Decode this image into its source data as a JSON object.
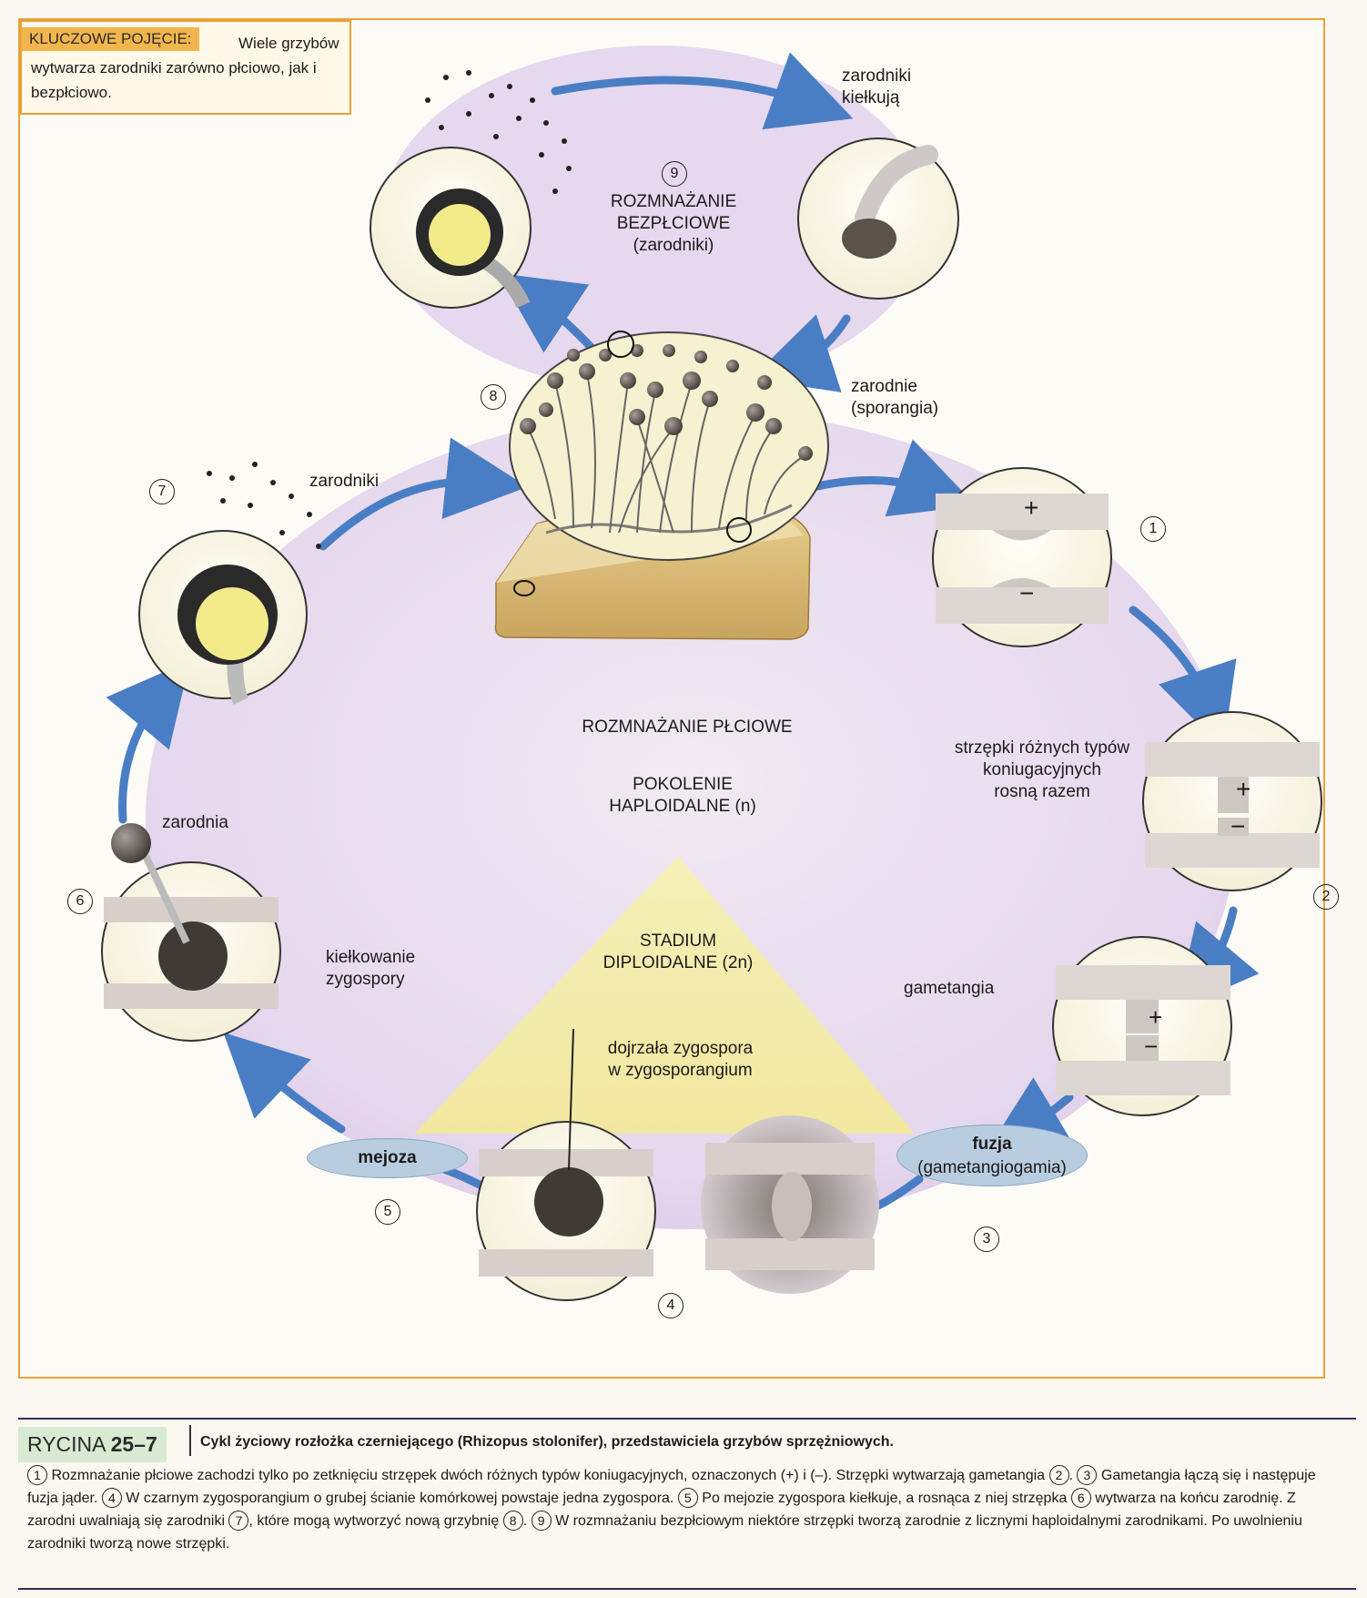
{
  "key": {
    "tag": "KLUCZOWE POJĘCIE:",
    "text": "Wiele grzybów wytwarza zarodniki zarówno płciowo, jak i bezpłciowo."
  },
  "labels": {
    "spores_germinate_1": "zarodniki",
    "spores_germinate_2": "kiełkują",
    "asexual_num": "9",
    "asexual_1": "ROZMNAŻANIE",
    "asexual_2": "BEZPŁCIOWE",
    "asexual_3": "(zarodniki)",
    "sporangia_1": "zarodnie",
    "sporangia_2": "(sporangia)",
    "spores_7": "zarodniki",
    "sexual": "ROZMNAŻANIE PŁCIOWE",
    "haploid_1": "POKOLENIE",
    "haploid_2": "HAPLOIDALNE (n)",
    "hyphae_1": "strzępki różnych typów",
    "hyphae_2": "koniugacyjnych",
    "hyphae_3": "rosną razem",
    "sporangium_6": "zarodnia",
    "germination_1": "kiełkowanie",
    "germination_2": "zygospory",
    "diploid_1": "STADIUM",
    "diploid_2": "DIPLOIDALNE (2n)",
    "gametangia": "gametangia",
    "mature_1": "dojrzała zygospora",
    "mature_2": "w zygosporangium",
    "meiosis": "mejoza",
    "fusion_1": "fuzja",
    "fusion_2": "(gametangiogamia)",
    "plus": "+",
    "minus": "−"
  },
  "numbers": {
    "n1": "1",
    "n2": "2",
    "n3": "3",
    "n4": "4",
    "n5": "5",
    "n6": "6",
    "n7": "7",
    "n8": "8"
  },
  "caption": {
    "prefix": "RYCINA",
    "number": "25–7",
    "title": "Cykl życiowy rozłożka czerniejącego (Rhizopus stolonifer), przedstawiciela grzybów sprzężniowych.",
    "p1": "Rozmnażanie płciowe zachodzi tylko po zetknięciu strzępek dwóch różnych typów koniugacyjnych, oznaczonych (+) i (–). Strzępki wytwarzają gametangia",
    "p2": ".",
    "p3": "Gametangia łączą się i następuje fuzja jąder.",
    "p4": "W czarnym zygosporangium o grubej ścianie komórkowej powstaje jedna zygospora.",
    "p5": "Po mejozie zygospora kiełkuje, a rosnąca z niej strzępka",
    "p6": "wytwarza na końcu zarodnię. Z zarodni uwalniają się zarodniki",
    "p7": ", które mogą wytworzyć nową grzybnię",
    "p8": ".",
    "p9": "W rozmnażaniu bezpłciowym niektóre strzępki tworzą zarodnie z licznymi haploidalnymi zarodnikami. Po uwolnieniu zarodniki tworzą nowe strzępki."
  },
  "colors": {
    "frame": "#e8a23a",
    "lavender": "#e4d6ec",
    "arrow": "#4a7ec4",
    "diploid": "#f3ecac",
    "oval": "#b8cde0"
  }
}
